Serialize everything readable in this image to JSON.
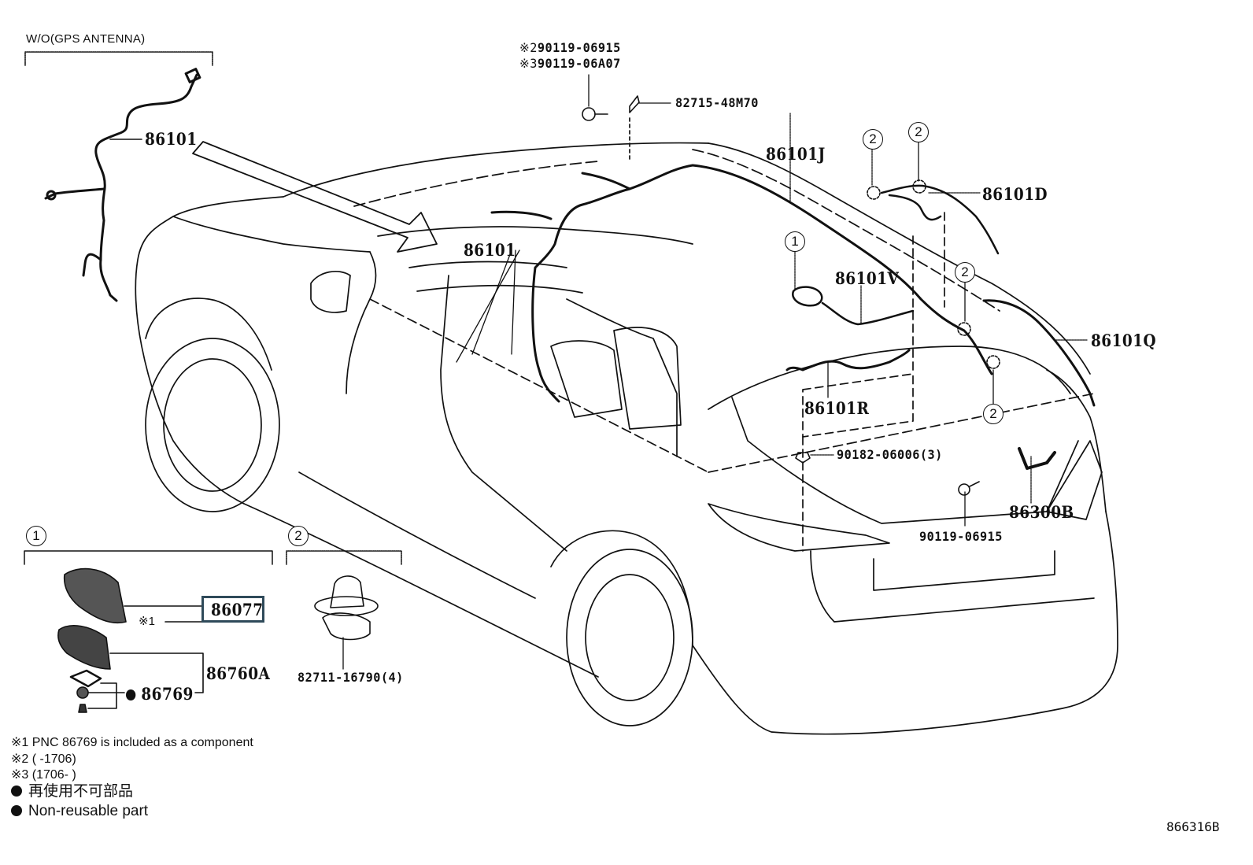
{
  "diagram": {
    "title_variant": "W/O(GPS ANTENNA)",
    "figure_id": "866316B",
    "callouts": {
      "harness_left": "86101",
      "harness_center": "86101",
      "harness_j": "86101J",
      "harness_d": "86101D",
      "harness_v": "86101V",
      "harness_q": "86101Q",
      "harness_r": "86101R",
      "bracket_86300b": "86300B",
      "clip_82715": "82715-48M70",
      "bolt_note2_mark": "※2",
      "bolt_note2_part": "90119-06915",
      "bolt_note3_mark": "※3",
      "bolt_note3_part": "90119-06A07",
      "nut_90182": "90182-06006(3)",
      "bolt_90119": "90119-06915",
      "antenna_86077": "86077",
      "antenna_note_mark": "※1",
      "base_86760a": "86760A",
      "gasket_86769": "86769",
      "clamp_82711": "82711-16790(4)"
    },
    "group_markers": {
      "group1": "1",
      "group2": "2"
    },
    "notes": [
      "※1 PNC 86769 is included as a component",
      "※2 (      -1706)",
      "※3 (1706-      )",
      "再使用不可部品",
      "Non-reusable part"
    ],
    "highlighted_part": "86077"
  }
}
